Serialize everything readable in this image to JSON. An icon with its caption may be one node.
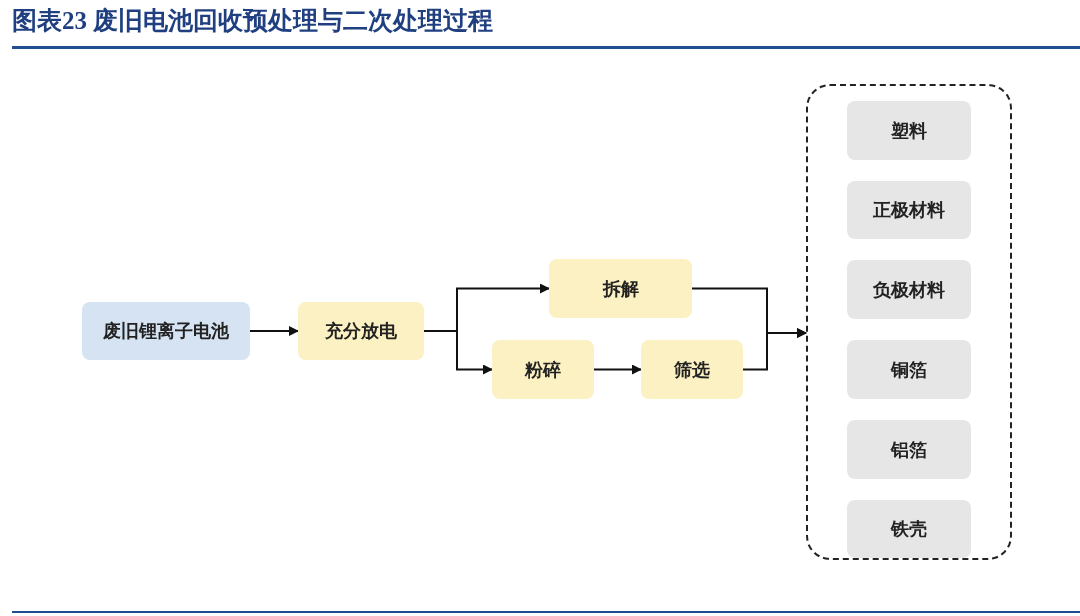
{
  "diagram": {
    "title": "图表23  废旧电池回收预处理与二次处理过程",
    "nodes": [
      {
        "text": [
          "废旧锂离子电池"
        ]
      },
      {
        "text": [
          "充分放电"
        ]
      },
      {
        "text": [
          "拆解"
        ]
      },
      {
        "text": [
          "粉碎"
        ]
      },
      {
        "text": [
          "筛选"
        ]
      },
      {
        "text": [],
        "shape": "box"
      },
      {
        "text": [
          "塑料"
        ],
        "in": 5
      },
      {
        "text": [
          "正极材料"
        ],
        "in": 5
      },
      {
        "text": [
          "负极材料"
        ],
        "in": 5
      },
      {
        "text": [
          "铜箔"
        ],
        "in": 5
      },
      {
        "text": [
          "铝箔"
        ],
        "in": 5
      },
      {
        "text": [
          "铁壳"
        ],
        "in": 5
      }
    ],
    "edges": [
      {
        "from": 0,
        "to": 1,
        "arrow": "to"
      },
      {
        "from": 1,
        "to": 2,
        "arrow": "to"
      },
      {
        "from": 1,
        "to": 3,
        "arrow": "to"
      },
      {
        "from": 3,
        "to": 4,
        "arrow": "to"
      },
      {
        "from": 2,
        "to": 5,
        "arrow": "to"
      },
      {
        "from": 4,
        "to": 5,
        "arrow": "to"
      }
    ]
  }
}
